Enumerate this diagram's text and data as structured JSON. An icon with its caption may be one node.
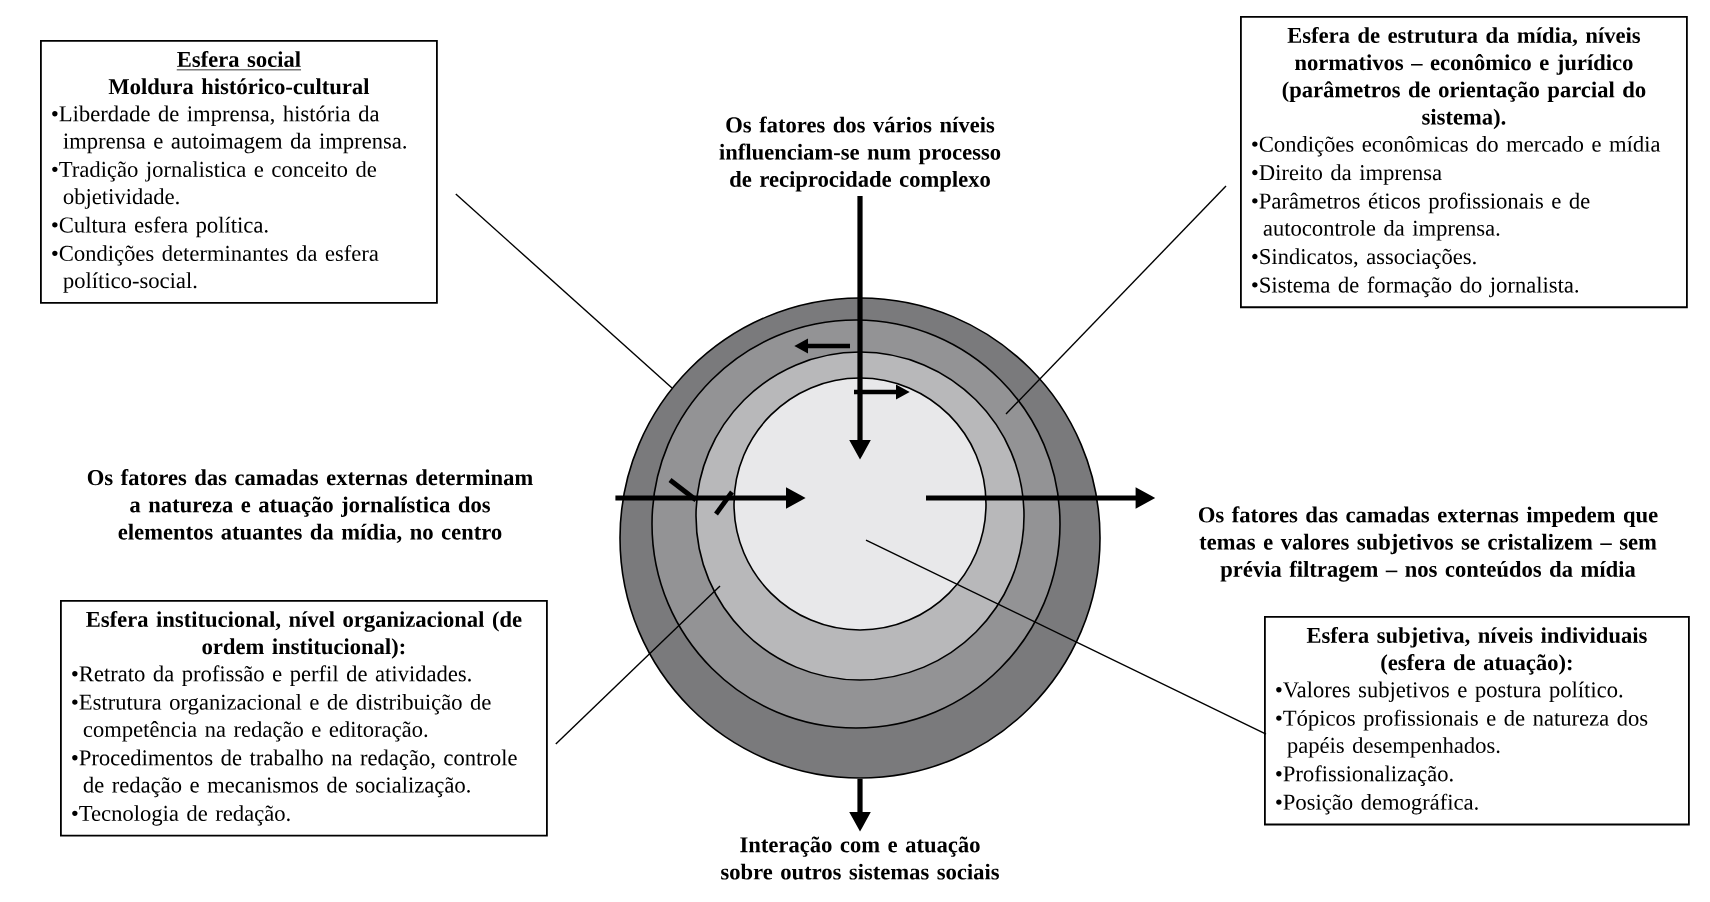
{
  "diagram": {
    "nodes": [
      {
        "text": [
          "Esfera social",
          "Moldura histórico-cultural",
          "•Liberdade de imprensa, história da imprensa e autoimagem da imprensa.",
          "•Tradição jornalistica e conceito de objetividade.",
          "•Cultura esfera política.",
          "•Condições determinantes da esfera político-social."
        ]
      },
      {
        "text": [
          "Os fatores dos vários níveis influenciam-se num processo de reciprocidade complexo"
        ]
      },
      {
        "text": [
          "Esfera de estrutura da mídia, níveis normativos – econômico e jurídico (parâmetros de orientação parcial do sistema).",
          "•Condições econômicas do mercado e mídia",
          "•Direito da imprensa",
          "•Parâmetros éticos profissionais e de autocontrole da imprensa.",
          "•Sindicatos, associações.",
          "•Sistema de formação do jornalista."
        ]
      },
      {
        "text": [
          "Os fatores das camadas externas determinam a natureza e atuação jornalística dos elementos atuantes da mídia, no centro"
        ]
      },
      {
        "text": [],
        "shape": "circle"
      },
      {
        "text": [],
        "shape": "circle",
        "in": 4
      },
      {
        "text": [],
        "shape": "circle",
        "in": 5
      },
      {
        "text": [],
        "shape": "circle",
        "in": 6
      },
      {
        "text": [
          "Os fatores das camadas externas impedem que temas e valores subjetivos se cristalizem – sem prévia filtragem – nos conteúdos da mídia"
        ]
      },
      {
        "text": [
          "Esfera institucional, nível organizacional (de ordem institucional):",
          "•Retrato da profissão e perfil de atividades.",
          "•Estrutura organizacional e de distribuição de competência na redação e editoração.",
          "•Procedimentos de trabalho na redação, controle de redação e mecanismos de socialização.",
          "•Tecnologia de redação."
        ]
      },
      {
        "text": [
          "Esfera subjetiva, níveis individuais (esfera de atuação):",
          "•Valores subjetivos e postura político.",
          "•Tópicos profissionais e de natureza dos papéis desempenhados.",
          "•Profissionalização.",
          "•Posição demográfica."
        ]
      },
      {
        "text": [
          "Interação com e atuação sobre outros sistemas sociais"
        ]
      }
    ],
    "edges": [
      {
        "from": 1,
        "to": 7,
        "arrow": "to",
        "style": "thick"
      },
      {
        "from": 3,
        "to": 7,
        "arrow": "to",
        "style": "thick"
      },
      {
        "from": 7,
        "to": 8,
        "arrow": "to",
        "style": "thick"
      },
      {
        "from": 4,
        "to": 11,
        "arrow": "to",
        "style": "thick"
      },
      {
        "from": 0,
        "to": 4,
        "arrow": "none"
      },
      {
        "from": 2,
        "to": 5,
        "arrow": "none"
      },
      {
        "from": 9,
        "to": 6,
        "arrow": "none"
      },
      {
        "from": 10,
        "to": 7,
        "arrow": "none"
      }
    ]
  }
}
